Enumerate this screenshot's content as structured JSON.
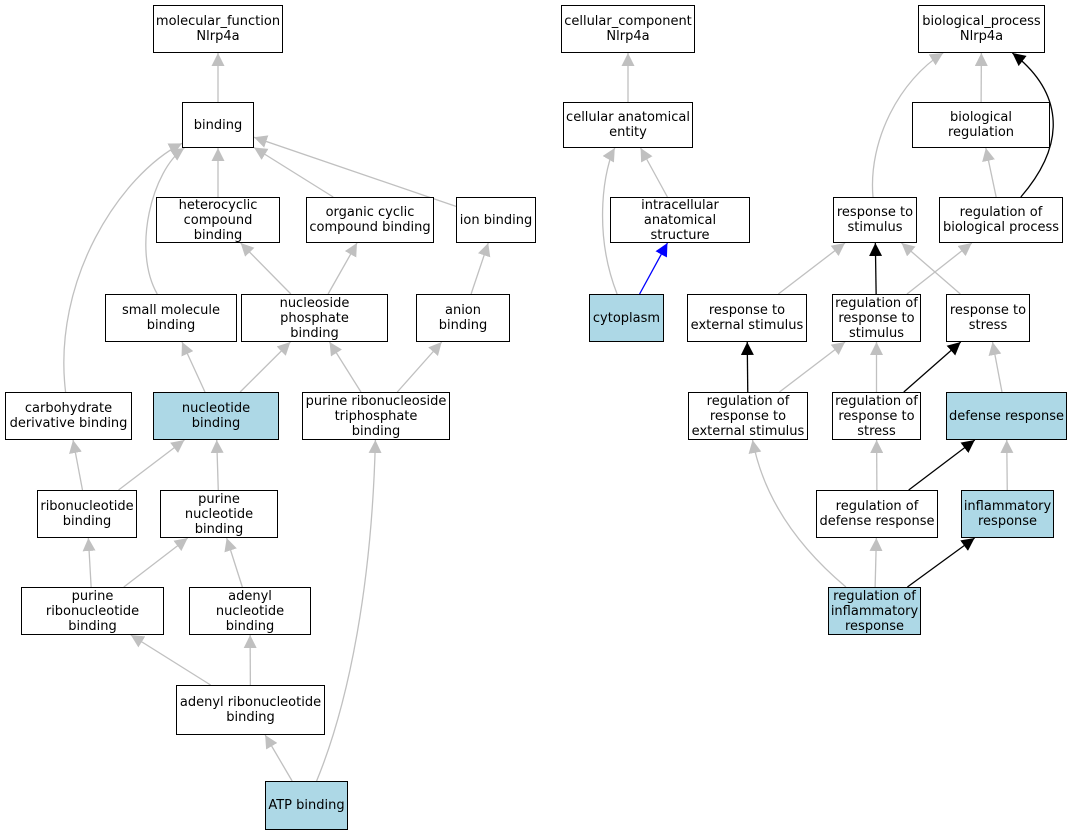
{
  "colors": {
    "node_border": "#000000",
    "node_fill": "#ffffff",
    "highlight_fill": "#add8e6",
    "edge_is_a": "#c0c0c0",
    "edge_regulates": "#000000",
    "edge_part_of": "#0000ff"
  },
  "nodes": [
    {
      "id": "mf_root",
      "label": "molecular_function\nNlrp4a",
      "highlight": false
    },
    {
      "id": "cc_root",
      "label": "cellular_component\nNlrp4a",
      "highlight": false
    },
    {
      "id": "bp_root",
      "label": "biological_process\nNlrp4a",
      "highlight": false
    },
    {
      "id": "binding",
      "label": "binding",
      "highlight": false
    },
    {
      "id": "cae",
      "label": "cellular anatomical\nentity",
      "highlight": false
    },
    {
      "id": "bio_reg",
      "label": "biological regulation",
      "highlight": false
    },
    {
      "id": "hetero",
      "label": "heterocyclic\ncompound binding",
      "highlight": false
    },
    {
      "id": "organic",
      "label": "organic cyclic\ncompound binding",
      "highlight": false
    },
    {
      "id": "ion",
      "label": "ion binding",
      "highlight": false
    },
    {
      "id": "ias",
      "label": "intracellular\nanatomical structure",
      "highlight": false
    },
    {
      "id": "resp_stim",
      "label": "response to\nstimulus",
      "highlight": false
    },
    {
      "id": "reg_bp",
      "label": "regulation of\nbiological process",
      "highlight": false
    },
    {
      "id": "small_mol",
      "label": "small molecule\nbinding",
      "highlight": false
    },
    {
      "id": "nuc_phos",
      "label": "nucleoside phosphate\nbinding",
      "highlight": false
    },
    {
      "id": "anion",
      "label": "anion binding",
      "highlight": false
    },
    {
      "id": "cytoplasm",
      "label": "cytoplasm",
      "highlight": true
    },
    {
      "id": "resp_ext",
      "label": "response to\nexternal stimulus",
      "highlight": false
    },
    {
      "id": "reg_resp_stim",
      "label": "regulation of\nresponse to\nstimulus",
      "highlight": false
    },
    {
      "id": "resp_stress",
      "label": "response to\nstress",
      "highlight": false
    },
    {
      "id": "carb",
      "label": "carbohydrate\nderivative binding",
      "highlight": false
    },
    {
      "id": "nucleotide",
      "label": "nucleotide binding",
      "highlight": true
    },
    {
      "id": "purine_rnst",
      "label": "purine ribonucleoside\ntriphosphate\nbinding",
      "highlight": false
    },
    {
      "id": "reg_resp_ext",
      "label": "regulation of\nresponse to\nexternal stimulus",
      "highlight": false
    },
    {
      "id": "reg_resp_stress",
      "label": "regulation of\nresponse to\nstress",
      "highlight": false
    },
    {
      "id": "defense",
      "label": "defense response",
      "highlight": true
    },
    {
      "id": "ribonuc",
      "label": "ribonucleotide\nbinding",
      "highlight": false
    },
    {
      "id": "purine_nuc",
      "label": "purine nucleotide\nbinding",
      "highlight": false
    },
    {
      "id": "reg_defense",
      "label": "regulation of\ndefense response",
      "highlight": false
    },
    {
      "id": "inflam",
      "label": "inflammatory\nresponse",
      "highlight": true
    },
    {
      "id": "purine_ribo",
      "label": "purine ribonucleotide\nbinding",
      "highlight": false
    },
    {
      "id": "adenyl_nuc",
      "label": "adenyl nucleotide\nbinding",
      "highlight": false
    },
    {
      "id": "reg_inflam",
      "label": "regulation of\ninflammatory\nresponse",
      "highlight": true
    },
    {
      "id": "adenyl_ribo",
      "label": "adenyl ribonucleotide\nbinding",
      "highlight": false
    },
    {
      "id": "atp",
      "label": "ATP binding",
      "highlight": true
    }
  ],
  "edges": [
    {
      "from": "binding",
      "to": "mf_root",
      "type": "is_a"
    },
    {
      "from": "hetero",
      "to": "binding",
      "type": "is_a"
    },
    {
      "from": "organic",
      "to": "binding",
      "type": "is_a"
    },
    {
      "from": "ion",
      "to": "binding",
      "type": "is_a"
    },
    {
      "from": "small_mol",
      "to": "binding",
      "type": "is_a"
    },
    {
      "from": "carb",
      "to": "binding",
      "type": "is_a"
    },
    {
      "from": "nuc_phos",
      "to": "hetero",
      "type": "is_a"
    },
    {
      "from": "nuc_phos",
      "to": "organic",
      "type": "is_a"
    },
    {
      "from": "anion",
      "to": "ion",
      "type": "is_a"
    },
    {
      "from": "nucleotide",
      "to": "small_mol",
      "type": "is_a"
    },
    {
      "from": "nucleotide",
      "to": "nuc_phos",
      "type": "is_a"
    },
    {
      "from": "purine_rnst",
      "to": "nuc_phos",
      "type": "is_a"
    },
    {
      "from": "purine_rnst",
      "to": "anion",
      "type": "is_a"
    },
    {
      "from": "ribonuc",
      "to": "carb",
      "type": "is_a"
    },
    {
      "from": "ribonuc",
      "to": "nucleotide",
      "type": "is_a"
    },
    {
      "from": "purine_nuc",
      "to": "nucleotide",
      "type": "is_a"
    },
    {
      "from": "purine_ribo",
      "to": "ribonuc",
      "type": "is_a"
    },
    {
      "from": "purine_ribo",
      "to": "purine_nuc",
      "type": "is_a"
    },
    {
      "from": "adenyl_nuc",
      "to": "purine_nuc",
      "type": "is_a"
    },
    {
      "from": "adenyl_ribo",
      "to": "purine_ribo",
      "type": "is_a"
    },
    {
      "from": "adenyl_ribo",
      "to": "adenyl_nuc",
      "type": "is_a"
    },
    {
      "from": "atp",
      "to": "adenyl_ribo",
      "type": "is_a"
    },
    {
      "from": "atp",
      "to": "purine_rnst",
      "type": "is_a"
    },
    {
      "from": "cae",
      "to": "cc_root",
      "type": "is_a"
    },
    {
      "from": "ias",
      "to": "cae",
      "type": "is_a"
    },
    {
      "from": "cytoplasm",
      "to": "cae",
      "type": "is_a"
    },
    {
      "from": "cytoplasm",
      "to": "ias",
      "type": "part_of"
    },
    {
      "from": "bio_reg",
      "to": "bp_root",
      "type": "is_a"
    },
    {
      "from": "resp_stim",
      "to": "bp_root",
      "type": "is_a"
    },
    {
      "from": "reg_bp",
      "to": "bp_root",
      "type": "regulates"
    },
    {
      "from": "reg_bp",
      "to": "bio_reg",
      "type": "is_a"
    },
    {
      "from": "resp_ext",
      "to": "resp_stim",
      "type": "is_a"
    },
    {
      "from": "reg_resp_stim",
      "to": "resp_stim",
      "type": "regulates"
    },
    {
      "from": "reg_resp_stim",
      "to": "reg_bp",
      "type": "is_a"
    },
    {
      "from": "resp_stress",
      "to": "resp_stim",
      "type": "is_a"
    },
    {
      "from": "reg_resp_ext",
      "to": "resp_ext",
      "type": "regulates"
    },
    {
      "from": "reg_resp_ext",
      "to": "reg_resp_stim",
      "type": "is_a"
    },
    {
      "from": "reg_resp_stress",
      "to": "reg_resp_stim",
      "type": "is_a"
    },
    {
      "from": "reg_resp_stress",
      "to": "resp_stress",
      "type": "regulates"
    },
    {
      "from": "defense",
      "to": "resp_stress",
      "type": "is_a"
    },
    {
      "from": "reg_defense",
      "to": "reg_resp_stress",
      "type": "is_a"
    },
    {
      "from": "reg_defense",
      "to": "defense",
      "type": "regulates"
    },
    {
      "from": "inflam",
      "to": "defense",
      "type": "is_a"
    },
    {
      "from": "reg_inflam",
      "to": "reg_resp_ext",
      "type": "is_a"
    },
    {
      "from": "reg_inflam",
      "to": "reg_defense",
      "type": "is_a"
    },
    {
      "from": "reg_inflam",
      "to": "inflam",
      "type": "regulates"
    }
  ]
}
